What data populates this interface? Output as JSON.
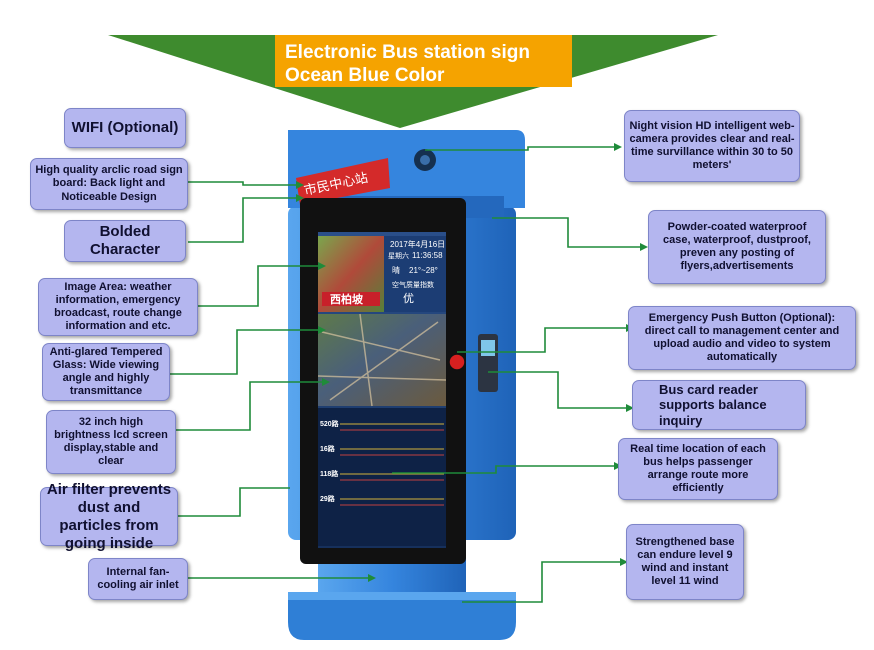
{
  "title": {
    "line1": "Electronic Bus station sign",
    "line2": "Ocean Blue Color"
  },
  "colors": {
    "connector": "#1f8b3a",
    "label_fill": "#b4b6ef",
    "title_fill": "#f5a300",
    "sign_body": "#2f7fd6",
    "sign_top_red": "#d42a2a"
  },
  "sign": {
    "station_name": "市民中心站",
    "date": "2017年4月16日",
    "weekday": "星期六",
    "time": "11:36:58",
    "weather_icon": "晴",
    "temperature": "21°~28°",
    "air_quality_label": "空气质量指数",
    "air_quality_value": "优",
    "ad_text": "西柏坡",
    "routes": [
      "520路",
      "16路",
      "118路",
      "29路"
    ]
  },
  "labels": {
    "wifi": "WIFI (Optional)",
    "road_sign": "High quality arclic road sign board: Back light and Noticeable Design",
    "bolded": "Bolded Character",
    "image_area": "Image Area: weather information, emergency broadcast, route change information and etc.",
    "anti_glare": "Anti-glared Tempered Glass: Wide viewing angle and highly transmittance",
    "lcd": "32 inch high brightness lcd screen display,stable and clear",
    "air_filter": "Air filter prevents dust and particles from going inside",
    "fan": "Internal fan-cooling air inlet",
    "camera": "Night vision HD intelligent web-camera provides clear and real-time survillance within 30 to 50 meters'",
    "waterproof": "Powder-coated waterproof case, waterproof, dustproof, preven any posting of flyers,advertisements",
    "emergency": "Emergency Push Button (Optional): direct call to management center and upload audio and video to system automatically",
    "card_reader": "Bus card reader supports balance inquiry",
    "realtime": "Real time location of each bus helps passenger arrange route more efficiently",
    "base": "Strengthened base can endure level 9 wind and instant level 11 wind"
  }
}
